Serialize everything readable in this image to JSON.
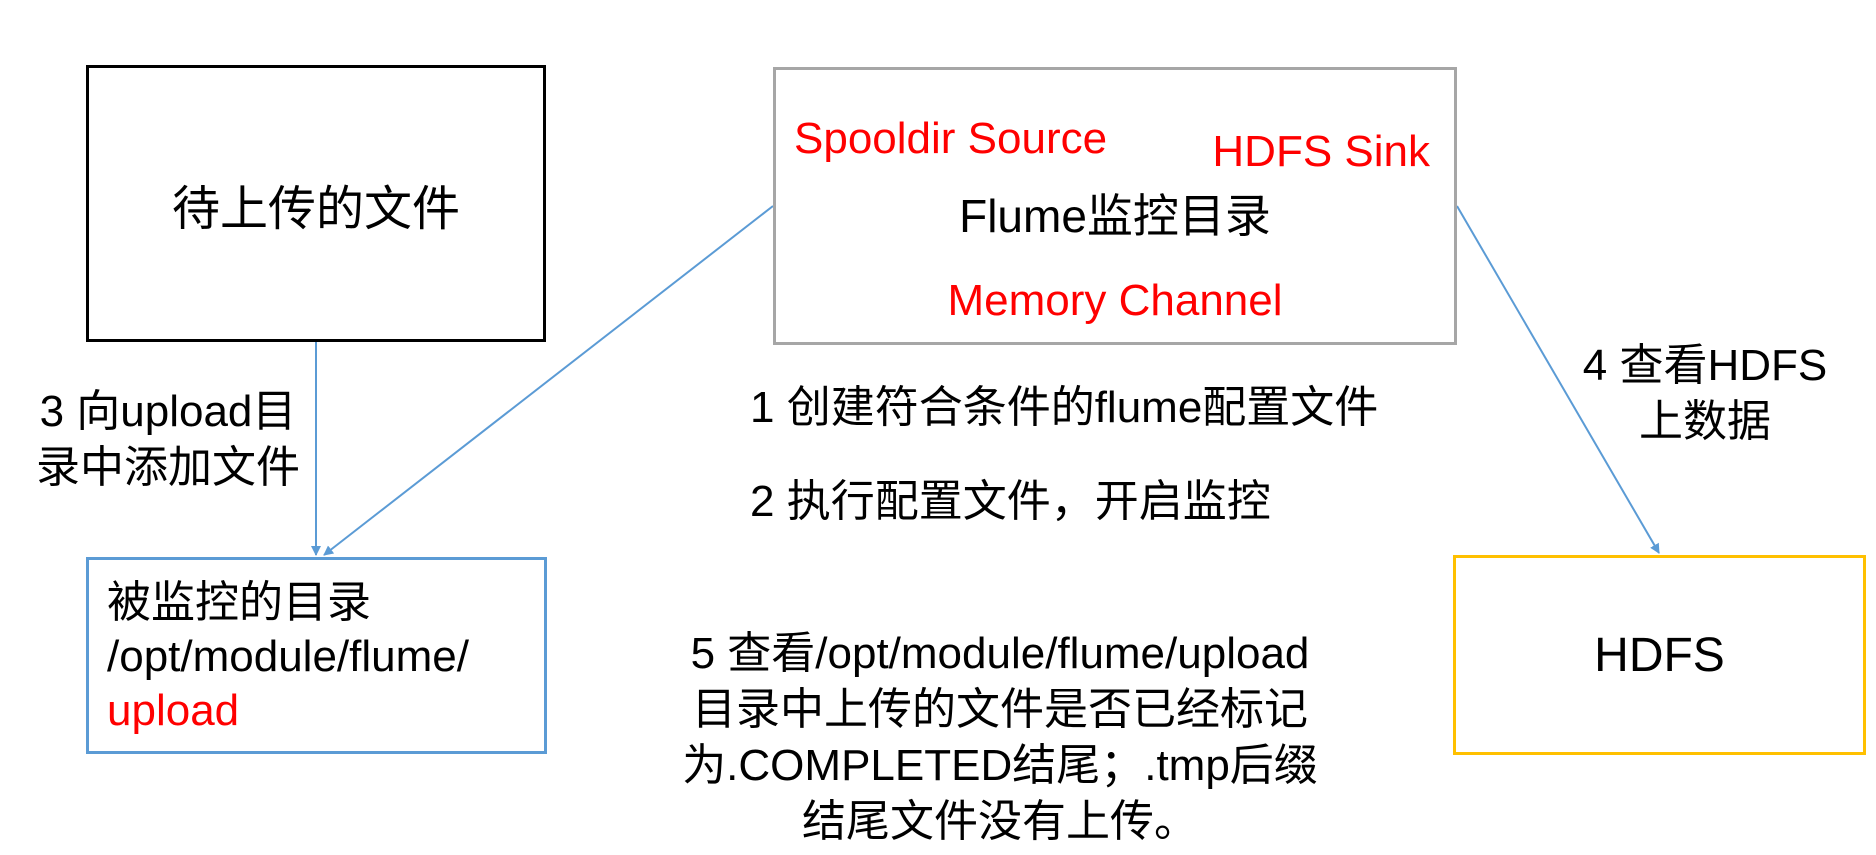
{
  "boxes": {
    "source": {
      "label": "待上传的文件"
    },
    "flume": {
      "source_label": "Spooldir Source",
      "sink_label": "HDFS Sink",
      "title": "Flume监控目录",
      "channel_label": "Memory Channel"
    },
    "monitored_dir": {
      "line1": "被监控的目录",
      "line2": "/opt/module/flume/",
      "line3": "upload"
    },
    "hdfs": {
      "label": "HDFS"
    }
  },
  "steps": {
    "step1": "1 创建符合条件的flume配置文件",
    "step2": "2 执行配置文件，开启监控",
    "step3": [
      "3 向upload目",
      "录中添加文件"
    ],
    "step4": [
      "4 查看HDFS",
      "上数据"
    ],
    "step5": [
      "5 查看/opt/module/flume/upload",
      "目录中上传的文件是否已经标记",
      "为.COMPLETED结尾；.tmp后缀",
      "结尾文件没有上传。"
    ]
  },
  "colors": {
    "highlight_red": "#ff0000",
    "connector_blue": "#5b9bd5",
    "flume_border": "#a6a6a6",
    "hdfs_border": "#ffc000",
    "source_border": "#000000"
  }
}
